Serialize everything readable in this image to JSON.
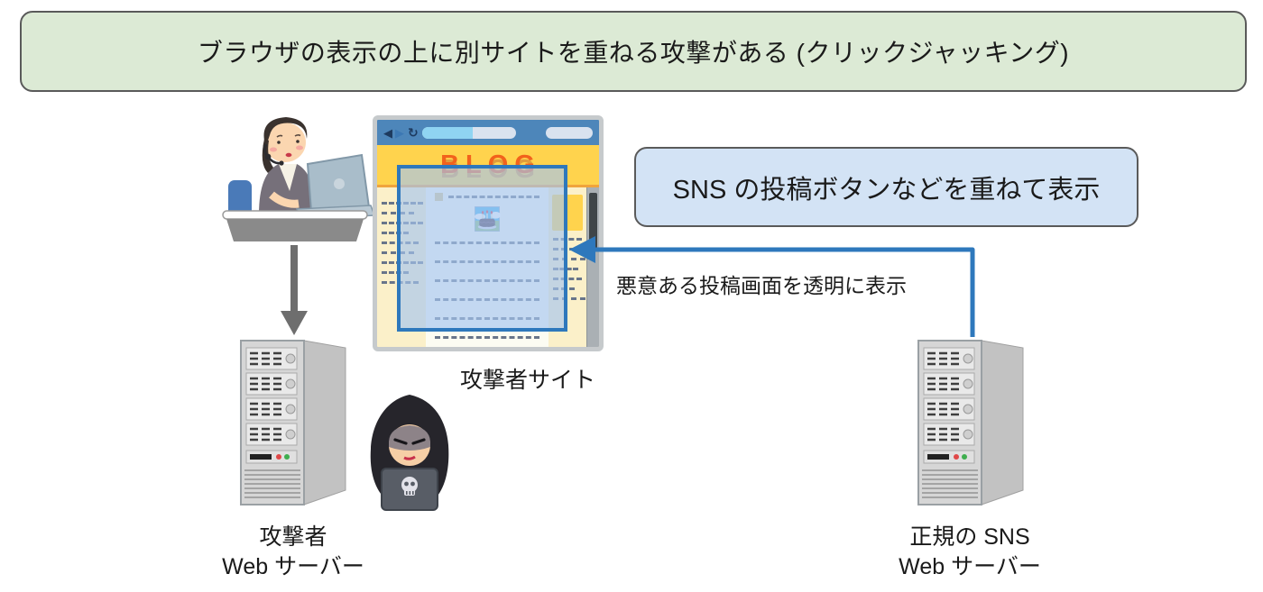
{
  "banner": {
    "text": "ブラウザの表示の上に別サイトを重ねる攻撃がある (クリックジャッキング)"
  },
  "diagram": {
    "callout": {
      "text": "SNS の投稿ボタンなどを重ねて表示"
    },
    "overlay_note": {
      "text": "悪意ある投稿画面を透明に表示"
    },
    "browser": {
      "site_title": "BLOG",
      "label": "攻撃者サイト"
    },
    "attacker_server": {
      "label_line1": "攻撃者",
      "label_line2": "Web サーバー"
    },
    "sns_server": {
      "label_line1": "正規の SNS",
      "label_line2": "Web サーバー"
    }
  },
  "icons": {
    "browser_back": "◀",
    "browser_forward": "▶",
    "browser_refresh": "↻"
  },
  "colors": {
    "banner-bg": "#dcead5",
    "banner-border": "#5a5a5a",
    "callout-bg": "#d3e3f5",
    "callout-border": "#5a5a5a",
    "arrow-blue": "#2e78bc",
    "arrow-gray": "#6e6e6e",
    "overlay-fill": "rgba(164,196,240,0.65)",
    "overlay-border": "#2e78bc",
    "browser-bar": "#4d86ba",
    "page-yellow": "#fbf0c9",
    "header-yellow": "#ffd34d",
    "blog-orange": "#f2621c"
  }
}
